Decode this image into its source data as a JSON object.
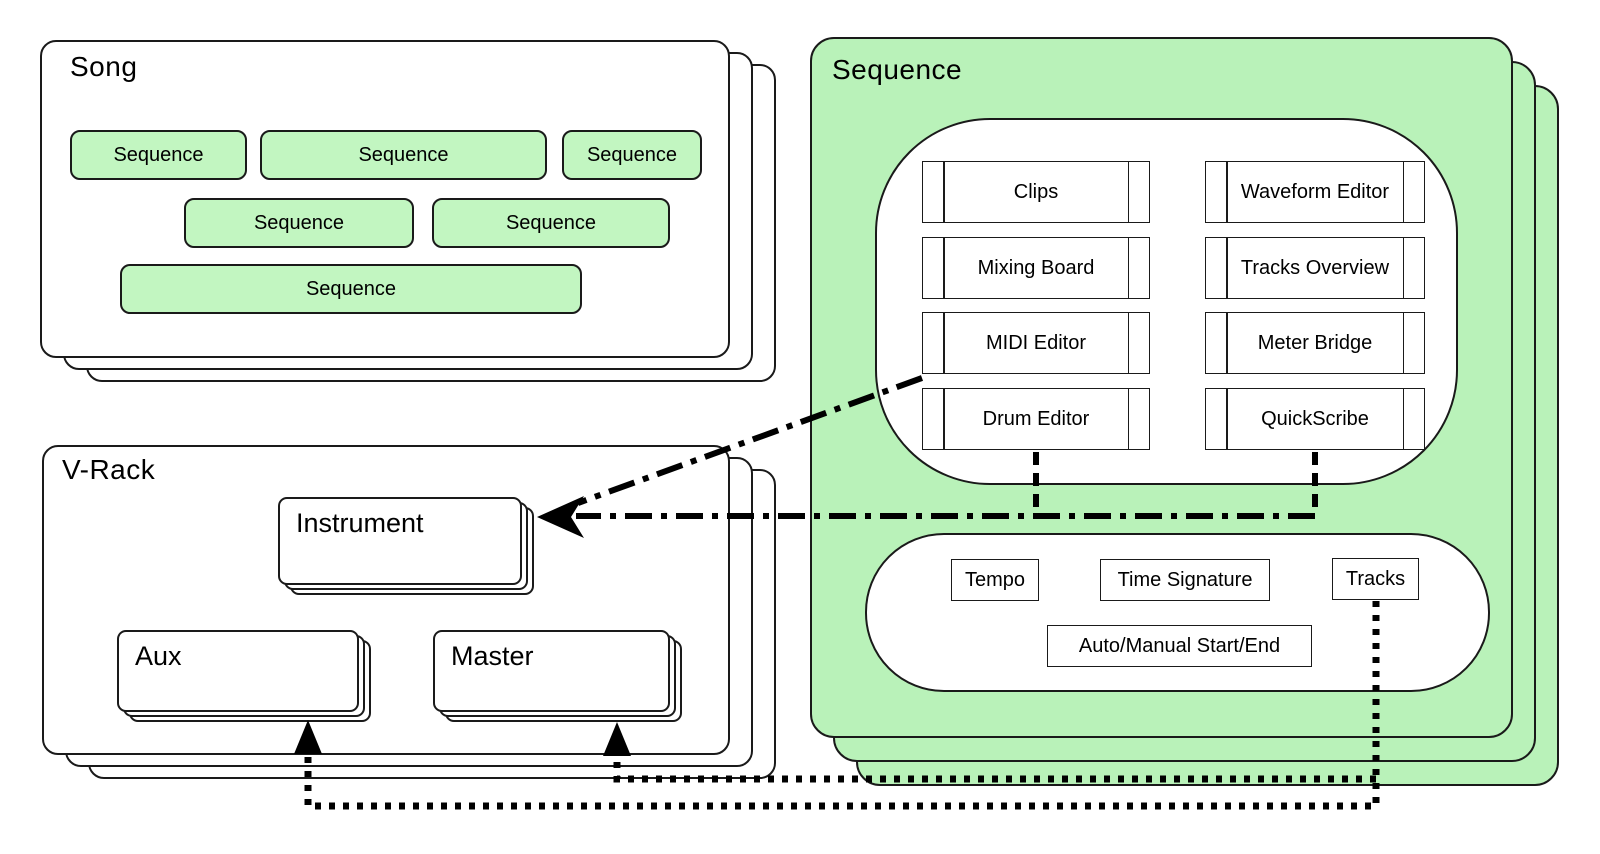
{
  "song": {
    "title": "Song",
    "sequences": [
      "Sequence",
      "Sequence",
      "Sequence",
      "Sequence",
      "Sequence",
      "Sequence"
    ]
  },
  "sequence": {
    "title": "Sequence",
    "editors": [
      "Clips",
      "Waveform Editor",
      "Mixing Board",
      "Tracks Overview",
      "MIDI Editor",
      "Meter Bridge",
      "Drum Editor",
      "QuickScribe"
    ],
    "properties": {
      "tempo": "Tempo",
      "time_signature": "Time Signature",
      "tracks": "Tracks",
      "auto_manual": "Auto/Manual Start/End"
    }
  },
  "vrack": {
    "title": "V-Rack",
    "instrument": "Instrument",
    "aux": "Aux",
    "master": "Master"
  },
  "colors": {
    "panel_green": "#b9f2b9",
    "chip_green": "#c2f6c1",
    "stroke": "#1a1a1a"
  }
}
